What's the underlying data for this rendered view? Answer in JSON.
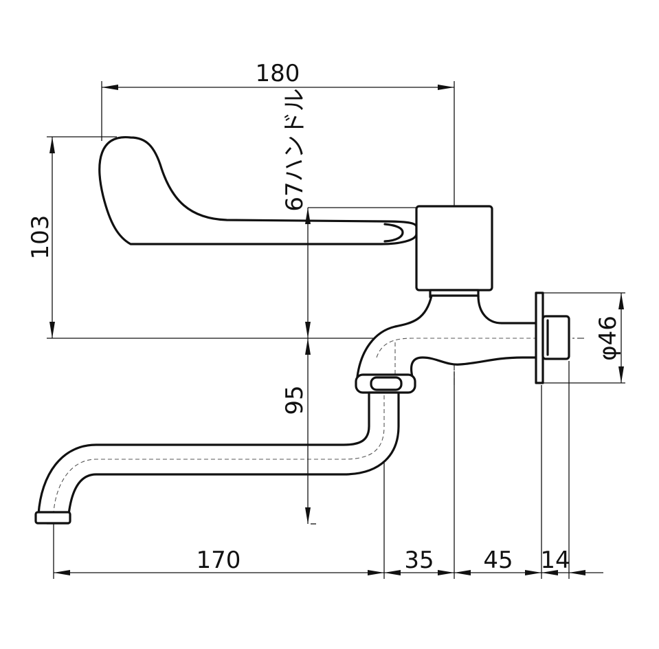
{
  "dimensions": {
    "overall_width": "180",
    "handle_height": "103",
    "handle_label": "67ハンドル",
    "spout_drop": "95",
    "flange_diameter": "φ46",
    "spout_length": "170",
    "spout_to_center": "35",
    "center_to_flange": "45",
    "flange_thickness": "14"
  }
}
